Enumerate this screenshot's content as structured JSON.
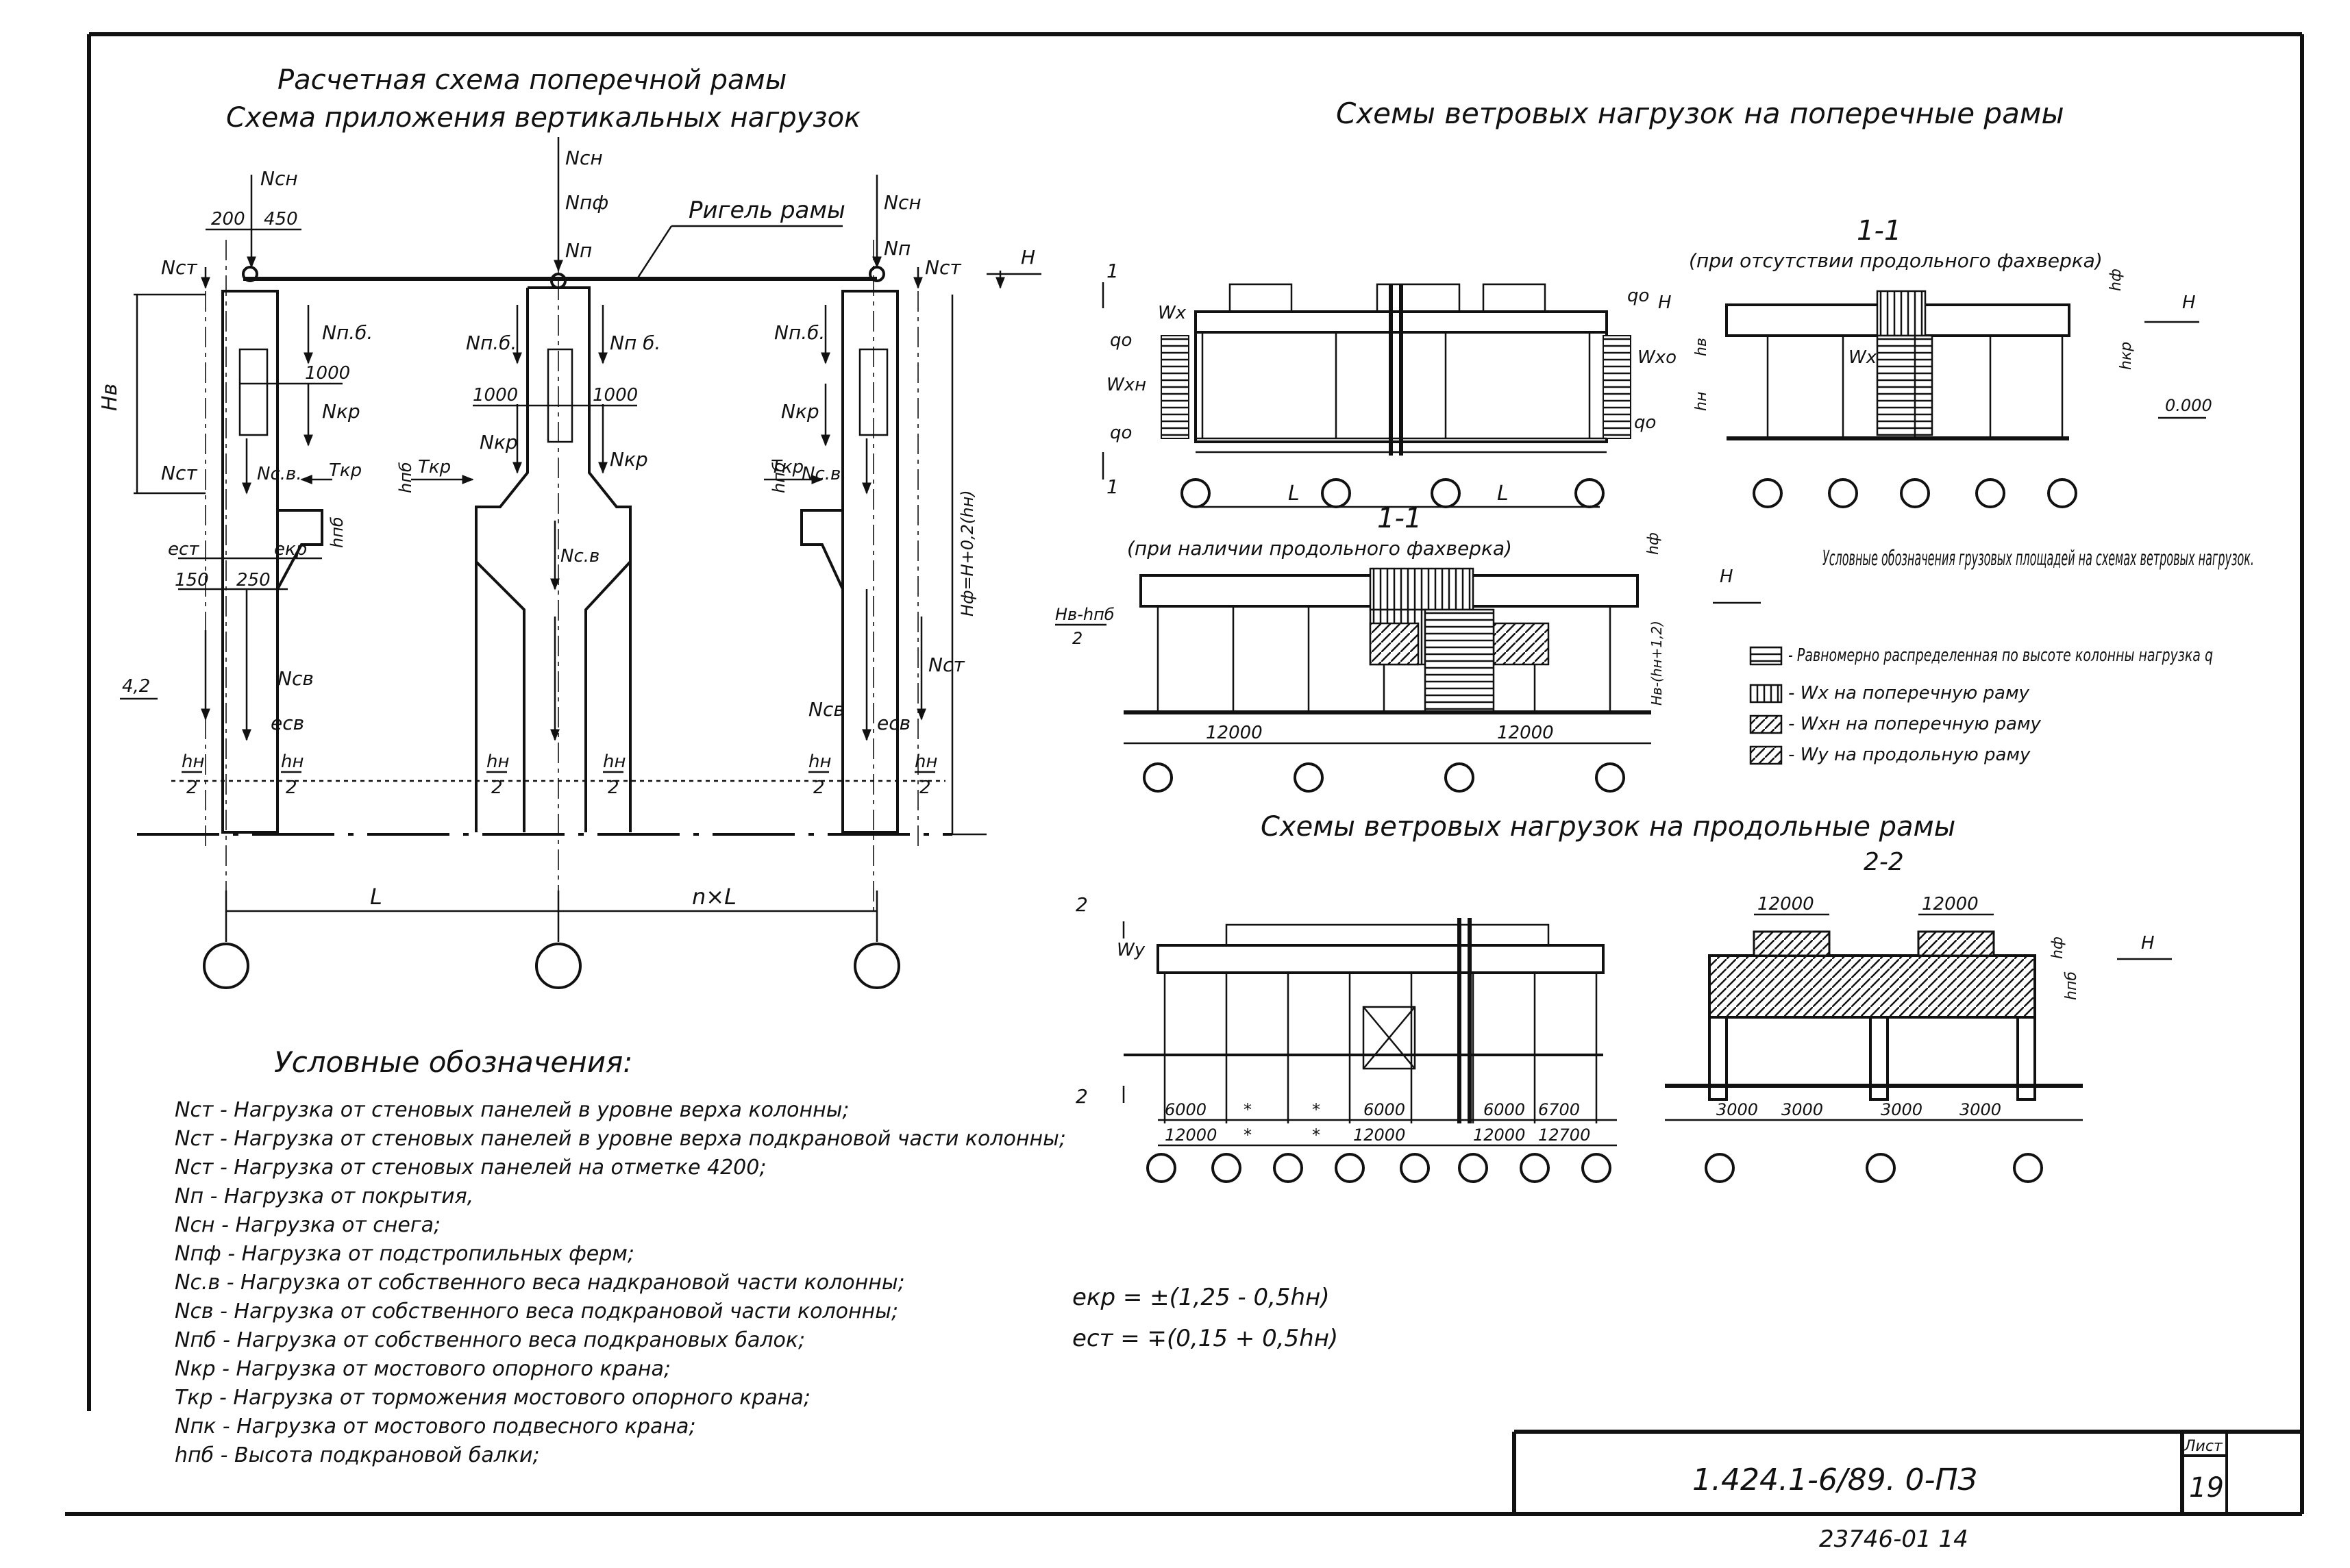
{
  "left": {
    "title1": "Расчетная схема поперечной рамы",
    "title2": "Схема приложения вертикальных нагрузок",
    "rigel_label": "Ригель рамы",
    "loads": {
      "ncn": "Nсн",
      "npf": "Nпф",
      "np": "Nп",
      "ncn2": "Nсн",
      "np2": "Nп",
      "nct_v": "Nст",
      "nct_v2": "Nст",
      "nct_n": "Nст",
      "npb1": "Nп.б.",
      "npb2": "Nп б.",
      "npb3": "Nп.б.",
      "npb4": "Nп.б.",
      "nkp1": "Nкр",
      "nkp2": "Nкр",
      "nkp3": "Nкр",
      "nkp4": "Nкр",
      "ncv1": "Nс.в.",
      "ncv2": "Nс.в",
      "ncv3": "Nс.в.",
      "ncn_n1": "Nсв",
      "ncn_n2": "Nсв",
      "tkp1": "Tкр",
      "tkp2": "Tкр",
      "tkp3": "Tкр",
      "nct_h": "Nст",
      "nct_h2": "Nст"
    },
    "dims": {
      "d200": "200",
      "d450": "450",
      "d1000a": "1000",
      "d1000b": "1000",
      "d1000c": "1000",
      "d150": "150",
      "d250": "250",
      "ekp": "eкр",
      "ect": "eст",
      "ecv": "eсв",
      "ecv2": "eсв",
      "hv": "Hв",
      "hn": "hн",
      "hf": "Hф=H+0,2(hн)",
      "hpb": "hпб",
      "hpb2": "hпб",
      "hpb3": "hпб",
      "hn2a": "hн",
      "hn2b": "2",
      "lev": "4,2",
      "L": "L",
      "nL": "n×L",
      "H": "H"
    },
    "legend_title": "Условные обозначения:",
    "legend": [
      "Nст - Нагрузка от стеновых панелей в уровне верха колонны;",
      "Nст - Нагрузка от стеновых панелей в уровне верха подкрановой части колонны;",
      "Nст - Нагрузка от стеновых панелей на отметке 4200;",
      "Nп - Нагрузка от покрытия,",
      "Nсн - Нагрузка от снега;",
      "Nпф - Нагрузка от подстропильных ферм;",
      "Nс.в - Нагрузка от собственного веса надкрановой части колонны;",
      "Nсв - Нагрузка от собственного веса подкрановой части колонны;",
      "Nпб - Нагрузка от собственного веса подкрановых балок;",
      "Nкр - Нагрузка от мостового опорного крана;",
      "Tкр - Нагрузка от торможения мостового опорного крана;",
      "Nпк - Нагрузка от мостового подвесного крана;",
      "hпб - Высота подкрановой балки;"
    ]
  },
  "right": {
    "title_transverse": "Схемы ветровых нагрузок на поперечные рамы",
    "sec11_a": "1-1",
    "sec11_a_note": "(при отсутствии продольного фахверка)",
    "sec11_b": "1-1",
    "sec11_b_note": "(при наличии продольного фахверка)",
    "title_longitudinal": "Схемы ветровых нагрузок на продольные рамы",
    "sec22": "2-2",
    "labels": {
      "wx": "Wx",
      "wxn": "Wxн",
      "qo": "qo",
      "qo2": "qo",
      "qo3": "qo",
      "qo4": "qo",
      "wxo": "Wxo",
      "L1": "L",
      "L2": "L",
      "hf": "hф",
      "hv": "hв",
      "hn": "hн",
      "hkp": "hкр",
      "h0": "0.000",
      "H1": "H",
      "H2": "H",
      "H3": "H",
      "wy": "Wy",
      "num1": "1",
      "num1b": "1",
      "num2": "2",
      "num2b": "2",
      "hv_hpb": "Hв-hпб",
      "hv_hpb2": "2",
      "d12000a": "12000",
      "d12000b": "12000",
      "hf2": "hф",
      "hvhn": "Hв-(hн+1,2)"
    },
    "long_dims": {
      "r1": [
        "6000",
        "*",
        "*",
        "6000",
        "6000",
        "6700"
      ],
      "r2": [
        "12000",
        "*",
        "*",
        "12000",
        "12000",
        "12700"
      ],
      "top1": "12000",
      "top2": "12000",
      "bot": [
        "3000",
        "3000",
        "3000",
        "3000"
      ],
      "hf": "hф",
      "hpb": "hпб"
    },
    "legend_title": "Условные обозначения грузовых площадей на схемах ветровых нагрузок.",
    "legend": [
      "- Равномерно распределенная по высоте колонны нагрузка q",
      "- Wx на поперечную раму",
      "- Wxн на поперечную раму",
      "- Wy на продольную раму"
    ]
  },
  "formulas": [
    "eкр = ±(1,25 - 0,5hн)",
    "eст = ∓(0,15 + 0,5hн)"
  ],
  "stamp": {
    "code": "1.424.1-6/89. 0-ПЗ",
    "sheet_label": "Лист",
    "sheet": "19"
  },
  "footer": "23746-01 14"
}
